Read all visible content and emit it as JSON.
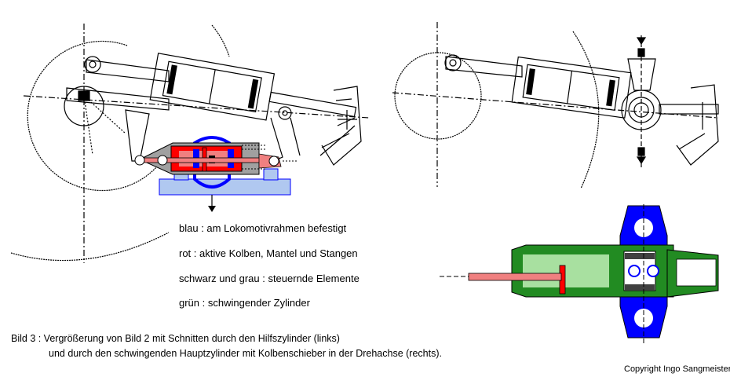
{
  "legend": [
    {
      "text": "blau : am Lokomotivrahmen befestigt"
    },
    {
      "text": "rot    : aktive Kolben, Mantel und Stangen"
    },
    {
      "text": "schwarz und grau : steuernde Elemente"
    },
    {
      "text": "grün : schwingender Zylinder"
    }
  ],
  "caption": {
    "line1": "Bild 3 : Vergrößerung von Bild 2 mit Schnitten durch den Hilfszylinder (links)",
    "line2": "und durch den schwingenden Hauptzylinder  mit Kolbenschieber in der Drehachse (rechts)."
  },
  "copyright": "Copyright Ingo Sangmeister",
  "colors": {
    "frame_blue": "#0000ff",
    "active_red": "#ff0000",
    "piston_pink": "#f08080",
    "cylinder_green": "#228b22",
    "green_fill": "#a8e0a0",
    "grey": "#808080",
    "frame_lightblue": "#b0c8f0",
    "black": "#000000"
  }
}
